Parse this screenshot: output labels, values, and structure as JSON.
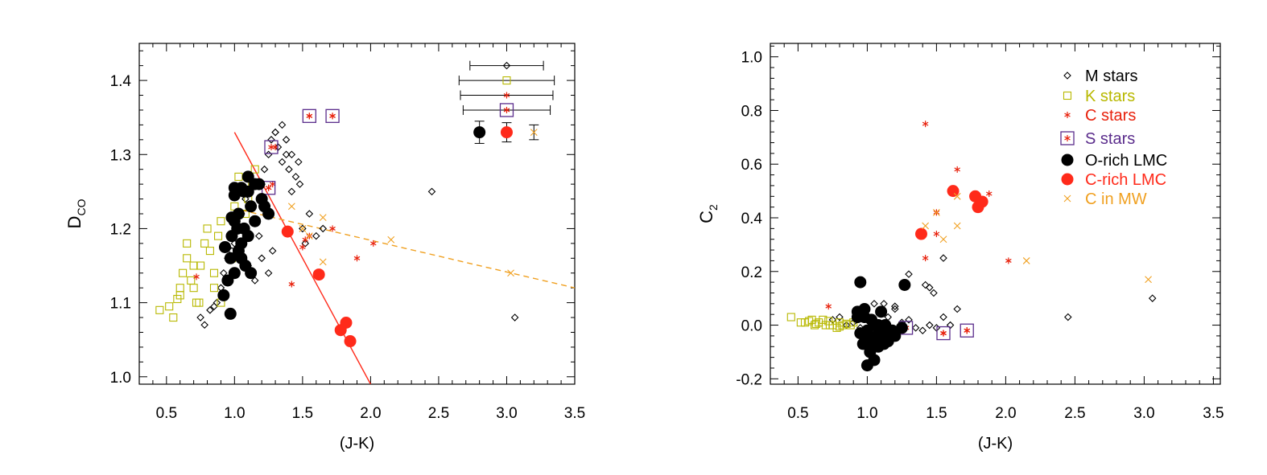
{
  "chart_data": [
    {
      "type": "scatter",
      "panel": "left",
      "xlabel": "(J-K)",
      "ylabel": "D",
      "ylabel_sub": "CO",
      "xlim": [
        0.3,
        3.5
      ],
      "ylim": [
        0.99,
        1.45
      ],
      "xticks": [
        0.5,
        1.0,
        1.5,
        2.0,
        2.5,
        3.0,
        3.5
      ],
      "xtick_labels": [
        "0.5",
        "1.0",
        "1.5",
        "2.0",
        "2.5",
        "3.0",
        "3.5"
      ],
      "yticks": [
        1.0,
        1.1,
        1.2,
        1.3,
        1.4
      ],
      "ytick_labels": [
        "1.0",
        "1.1",
        "1.2",
        "1.3",
        "1.4"
      ],
      "grid": false,
      "series": [
        {
          "name": "M stars",
          "marker": "diamond",
          "color": "#000000",
          "x": [
            0.75,
            0.78,
            0.82,
            0.85,
            0.87,
            0.9,
            0.92,
            0.95,
            0.98,
            1.0,
            1.02,
            1.05,
            1.08,
            1.1,
            1.12,
            1.15,
            1.18,
            1.2,
            1.22,
            1.25,
            1.27,
            1.3,
            1.32,
            1.35,
            1.38,
            1.4,
            1.42,
            1.45,
            1.47,
            1.5,
            1.52,
            1.55,
            1.6,
            1.65,
            1.1,
            1.15,
            1.2,
            1.25,
            1.28,
            1.3,
            1.35,
            1.38,
            1.42,
            1.48,
            2.45,
            3.06
          ],
          "y": [
            1.08,
            1.07,
            1.09,
            1.095,
            1.1,
            1.12,
            1.14,
            1.16,
            1.17,
            1.18,
            1.2,
            1.22,
            1.24,
            1.25,
            1.23,
            1.21,
            1.19,
            1.26,
            1.28,
            1.3,
            1.32,
            1.33,
            1.31,
            1.29,
            1.3,
            1.28,
            1.25,
            1.27,
            1.29,
            1.2,
            1.18,
            1.22,
            1.19,
            1.2,
            1.15,
            1.13,
            1.16,
            1.14,
            1.17,
            1.33,
            1.34,
            1.32,
            1.3,
            1.26,
            1.25,
            1.08
          ]
        },
        {
          "name": "K stars",
          "marker": "square",
          "color": "#b8b800",
          "x": [
            0.45,
            0.52,
            0.55,
            0.58,
            0.6,
            0.62,
            0.65,
            0.68,
            0.7,
            0.72,
            0.75,
            0.78,
            0.8,
            0.82,
            0.85,
            0.88,
            0.9,
            0.92,
            0.95,
            0.98,
            1.0,
            1.03,
            1.05,
            1.08,
            1.1,
            1.13,
            1.15,
            0.6,
            0.65,
            0.7,
            0.74,
            0.85,
            0.9
          ],
          "y": [
            1.09,
            1.095,
            1.08,
            1.105,
            1.11,
            1.14,
            1.16,
            1.13,
            1.12,
            1.1,
            1.15,
            1.18,
            1.2,
            1.17,
            1.14,
            1.19,
            1.21,
            1.11,
            1.13,
            1.16,
            1.23,
            1.27,
            1.25,
            1.22,
            1.24,
            1.26,
            1.28,
            1.12,
            1.18,
            1.15,
            1.1,
            1.12,
            1.1
          ]
        },
        {
          "name": "C stars",
          "marker": "asterisk",
          "color": "#e8210c",
          "x": [
            0.72,
            1.3,
            1.42,
            1.5,
            1.52,
            1.55,
            1.72,
            1.9,
            2.02,
            1.55,
            1.72,
            1.28,
            1.25
          ],
          "y": [
            1.135,
            1.31,
            1.125,
            1.175,
            1.185,
            1.352,
            1.352,
            1.16,
            1.18,
            1.19,
            1.2,
            1.26,
            1.255
          ]
        },
        {
          "name": "S stars",
          "marker": "boxed-asterisk",
          "color": "#5b2d8c",
          "x": [
            1.27,
            1.55,
            1.72,
            1.25
          ],
          "y": [
            1.31,
            1.352,
            1.352,
            1.255
          ]
        },
        {
          "name": "O-rich LMC",
          "marker": "filled-circle",
          "color": "#000000",
          "x": [
            0.92,
            0.95,
            0.97,
            0.98,
            1.0,
            1.0,
            1.02,
            1.03,
            1.05,
            1.05,
            1.07,
            1.08,
            1.1,
            1.1,
            1.12,
            1.12,
            1.15,
            1.15,
            1.18,
            1.2,
            1.22,
            1.25,
            0.93,
            0.97,
            1.0,
            1.03,
            1.07,
            0.98,
            1.0,
            1.05,
            1.1
          ],
          "y": [
            1.11,
            1.13,
            1.16,
            1.19,
            1.21,
            1.245,
            1.2,
            1.22,
            1.18,
            1.16,
            1.25,
            1.15,
            1.27,
            1.19,
            1.23,
            1.14,
            1.26,
            1.21,
            1.26,
            1.24,
            1.23,
            1.22,
            1.175,
            1.085,
            1.14,
            1.17,
            1.2,
            1.215,
            1.255,
            1.255,
            1.25
          ]
        },
        {
          "name": "C-rich LMC",
          "marker": "filled-circle",
          "color": "#ff2a1a",
          "x": [
            1.39,
            1.62,
            1.78,
            1.82,
            1.85
          ],
          "y": [
            1.196,
            1.138,
            1.063,
            1.073,
            1.048
          ]
        },
        {
          "name": "C in MW",
          "marker": "x",
          "color": "#f0a020",
          "x": [
            1.42,
            1.5,
            1.55,
            1.65,
            1.65,
            2.15,
            3.03
          ],
          "y": [
            1.23,
            1.2,
            1.19,
            1.215,
            1.155,
            1.185,
            1.14
          ]
        }
      ],
      "fit_lines": [
        {
          "color": "#ff2a1a",
          "style": "solid",
          "x": [
            1.0,
            2.0
          ],
          "y": [
            1.33,
            0.99
          ]
        },
        {
          "color": "#f0a020",
          "style": "dashed",
          "x": [
            1.05,
            3.5
          ],
          "y": [
            1.225,
            1.12
          ]
        }
      ],
      "error_bars": [
        {
          "x": 3.0,
          "y": 1.42,
          "xerr": [
            0.27,
            0.27
          ],
          "marker": "diamond",
          "color": "#000000"
        },
        {
          "x": 3.0,
          "y": 1.4,
          "xerr": [
            0.35,
            0.35
          ],
          "marker": "square",
          "color": "#b8b800"
        },
        {
          "x": 3.0,
          "y": 1.38,
          "xerr": [
            0.34,
            0.34
          ],
          "marker": "asterisk",
          "color": "#e8210c"
        },
        {
          "x": 3.0,
          "y": 1.36,
          "xerr": [
            0.32,
            0.32
          ],
          "marker": "boxed-asterisk",
          "color": "#5b2d8c"
        },
        {
          "x": 2.8,
          "y": 1.33,
          "yerr": [
            0.015,
            0.015
          ],
          "marker": "filled-circle",
          "color": "#000000"
        },
        {
          "x": 3.0,
          "y": 1.33,
          "yerr": [
            0.013,
            0.013
          ],
          "marker": "filled-circle",
          "color": "#ff2a1a"
        },
        {
          "x": 3.2,
          "y": 1.33,
          "yerr": [
            0.01,
            0.01
          ],
          "marker": "x",
          "color": "#f0a020"
        }
      ]
    },
    {
      "type": "scatter",
      "panel": "right",
      "xlabel": "(J-K)",
      "ylabel": "C",
      "ylabel_sub": "2",
      "xlim": [
        0.3,
        3.55
      ],
      "ylim": [
        -0.22,
        1.05
      ],
      "xticks": [
        0.5,
        1.0,
        1.5,
        2.0,
        2.5,
        3.0,
        3.5
      ],
      "xtick_labels": [
        "0.5",
        "1.0",
        "1.5",
        "2.0",
        "2.5",
        "3.0",
        "3.5"
      ],
      "yticks": [
        -0.2,
        0.0,
        0.2,
        0.4,
        0.6,
        0.8,
        1.0
      ],
      "ytick_labels": [
        "-0.2",
        "0.0",
        "0.2",
        "0.4",
        "0.6",
        "0.8",
        "1.0"
      ],
      "grid": false,
      "legend": {
        "position": "top-right",
        "entries": [
          {
            "label": "M stars",
            "marker": "diamond",
            "color": "#000000"
          },
          {
            "label": "K stars",
            "marker": "square",
            "color": "#b8b800"
          },
          {
            "label": "C stars",
            "marker": "asterisk",
            "color": "#e8210c"
          },
          {
            "label": "S stars",
            "marker": "boxed-asterisk",
            "color": "#5b2d8c"
          },
          {
            "label": "O-rich LMC",
            "marker": "filled-circle",
            "color": "#000000"
          },
          {
            "label": "C-rich LMC",
            "marker": "filled-circle",
            "color": "#ff2a1a"
          },
          {
            "label": "C in MW",
            "marker": "x",
            "color": "#f0a020"
          }
        ]
      },
      "series": [
        {
          "name": "M stars",
          "marker": "diamond",
          "color": "#000000",
          "x": [
            0.75,
            0.8,
            0.85,
            0.9,
            0.95,
            1.0,
            1.05,
            1.1,
            1.12,
            1.15,
            1.2,
            1.25,
            1.3,
            1.35,
            1.4,
            1.45,
            1.5,
            1.55,
            1.6,
            1.65,
            1.3,
            1.42,
            1.45,
            1.48,
            1.55,
            2.45,
            3.06,
            1.05,
            1.2
          ],
          "y": [
            0.02,
            0.03,
            0.0,
            0.01,
            -0.01,
            0.02,
            0.0,
            0.05,
            0.08,
            0.03,
            0.06,
            0.01,
            0.02,
            -0.01,
            -0.02,
            0.0,
            -0.01,
            0.03,
            0.0,
            0.06,
            0.19,
            0.15,
            0.14,
            0.12,
            0.25,
            0.03,
            0.1,
            0.08,
            0.07
          ]
        },
        {
          "name": "K stars",
          "marker": "square",
          "color": "#b8b800",
          "x": [
            0.45,
            0.52,
            0.55,
            0.58,
            0.6,
            0.62,
            0.65,
            0.68,
            0.7,
            0.72,
            0.75,
            0.78,
            0.8,
            0.82,
            0.85,
            0.88,
            0.9,
            0.63,
            0.73,
            0.8
          ],
          "y": [
            0.03,
            0.01,
            0.01,
            0.015,
            0.02,
            0.0,
            0.01,
            0.02,
            0.0,
            0.015,
            0.0,
            -0.01,
            0.01,
            0.0,
            0.005,
            0.0,
            0.01,
            0.005,
            0.0,
            -0.005
          ]
        },
        {
          "name": "C stars",
          "marker": "asterisk",
          "color": "#e8210c",
          "x": [
            0.72,
            1.42,
            1.42,
            1.5,
            1.5,
            1.55,
            1.65,
            1.72,
            1.88,
            2.02,
            1.28,
            1.55,
            1.72
          ],
          "y": [
            0.07,
            0.75,
            0.25,
            0.34,
            0.42,
            -0.03,
            0.58,
            -0.02,
            0.49,
            0.24,
            -0.01,
            -0.03,
            -0.02
          ]
        },
        {
          "name": "S stars",
          "marker": "boxed-asterisk",
          "color": "#5b2d8c",
          "x": [
            1.28,
            1.55,
            1.72
          ],
          "y": [
            -0.01,
            -0.03,
            -0.02
          ]
        },
        {
          "name": "O-rich LMC",
          "marker": "filled-circle",
          "color": "#000000",
          "x": [
            0.93,
            0.95,
            0.97,
            0.98,
            1.0,
            1.0,
            1.02,
            1.03,
            1.05,
            1.05,
            1.07,
            1.08,
            1.1,
            1.1,
            1.12,
            1.13,
            1.15,
            1.18,
            1.2,
            1.25,
            0.98,
            1.03,
            1.08,
            0.95,
            1.0,
            1.12,
            1.27,
            0.93
          ],
          "y": [
            0.05,
            0.16,
            -0.07,
            0.06,
            -0.02,
            -0.05,
            -0.1,
            0.02,
            0.0,
            -0.13,
            -0.04,
            -0.08,
            0.05,
            -0.01,
            -0.03,
            0.0,
            -0.06,
            -0.02,
            -0.04,
            -0.01,
            0.03,
            -0.06,
            0.0,
            -0.03,
            -0.15,
            -0.07,
            0.15,
            0.03
          ]
        },
        {
          "name": "C-rich LMC",
          "marker": "filled-circle",
          "color": "#ff2a1a",
          "x": [
            1.39,
            1.62,
            1.78,
            1.8,
            1.83
          ],
          "y": [
            0.34,
            0.5,
            0.48,
            0.44,
            0.46
          ]
        },
        {
          "name": "C in MW",
          "marker": "x",
          "color": "#f0a020",
          "x": [
            1.42,
            1.5,
            1.55,
            1.65,
            1.65,
            2.15,
            3.03
          ],
          "y": [
            0.37,
            0.42,
            0.32,
            0.48,
            0.37,
            0.24,
            0.17
          ]
        }
      ]
    }
  ]
}
